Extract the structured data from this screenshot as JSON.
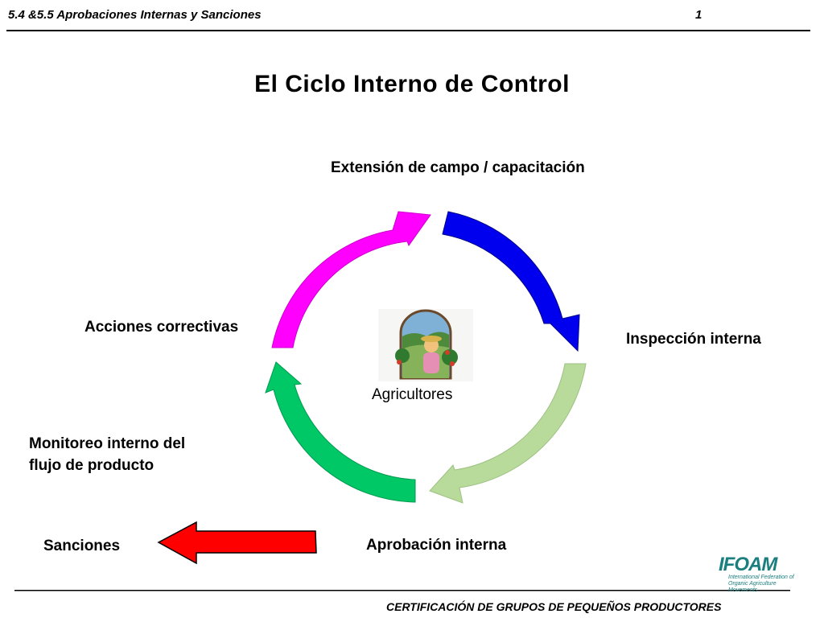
{
  "header": {
    "section": "5.4 &5.5 Aprobaciones Internas y Sanciones",
    "page_number": "1"
  },
  "title": "El Ciclo Interno de Control",
  "cycle": {
    "center_label": "Agricultores",
    "nodes": {
      "extension": "Extensión de campo / capacitación",
      "inspection": "Inspección interna",
      "approval": "Aprobación interna",
      "corrective": "Acciones correctivas",
      "monitoring_line1": "Monitoreo interno del",
      "monitoring_line2": "flujo de producto",
      "sanctions": "Sanciones"
    },
    "arrow_colors": {
      "extension_to_inspection": "#0000ee",
      "inspection_to_approval": "#b8da9a",
      "approval_to_corrective": "#00c866",
      "corrective_to_extension": "#ff00ff",
      "sanctions": "#ff0000"
    }
  },
  "logo": {
    "name": "IFOAM",
    "subtitle_line1": "International Federation of",
    "subtitle_line2": "Organic Agriculture Movements"
  },
  "footer": {
    "text": "CERTIFICACIÓN DE GRUPOS DE PEQUEÑOS PRODUCTORES"
  }
}
